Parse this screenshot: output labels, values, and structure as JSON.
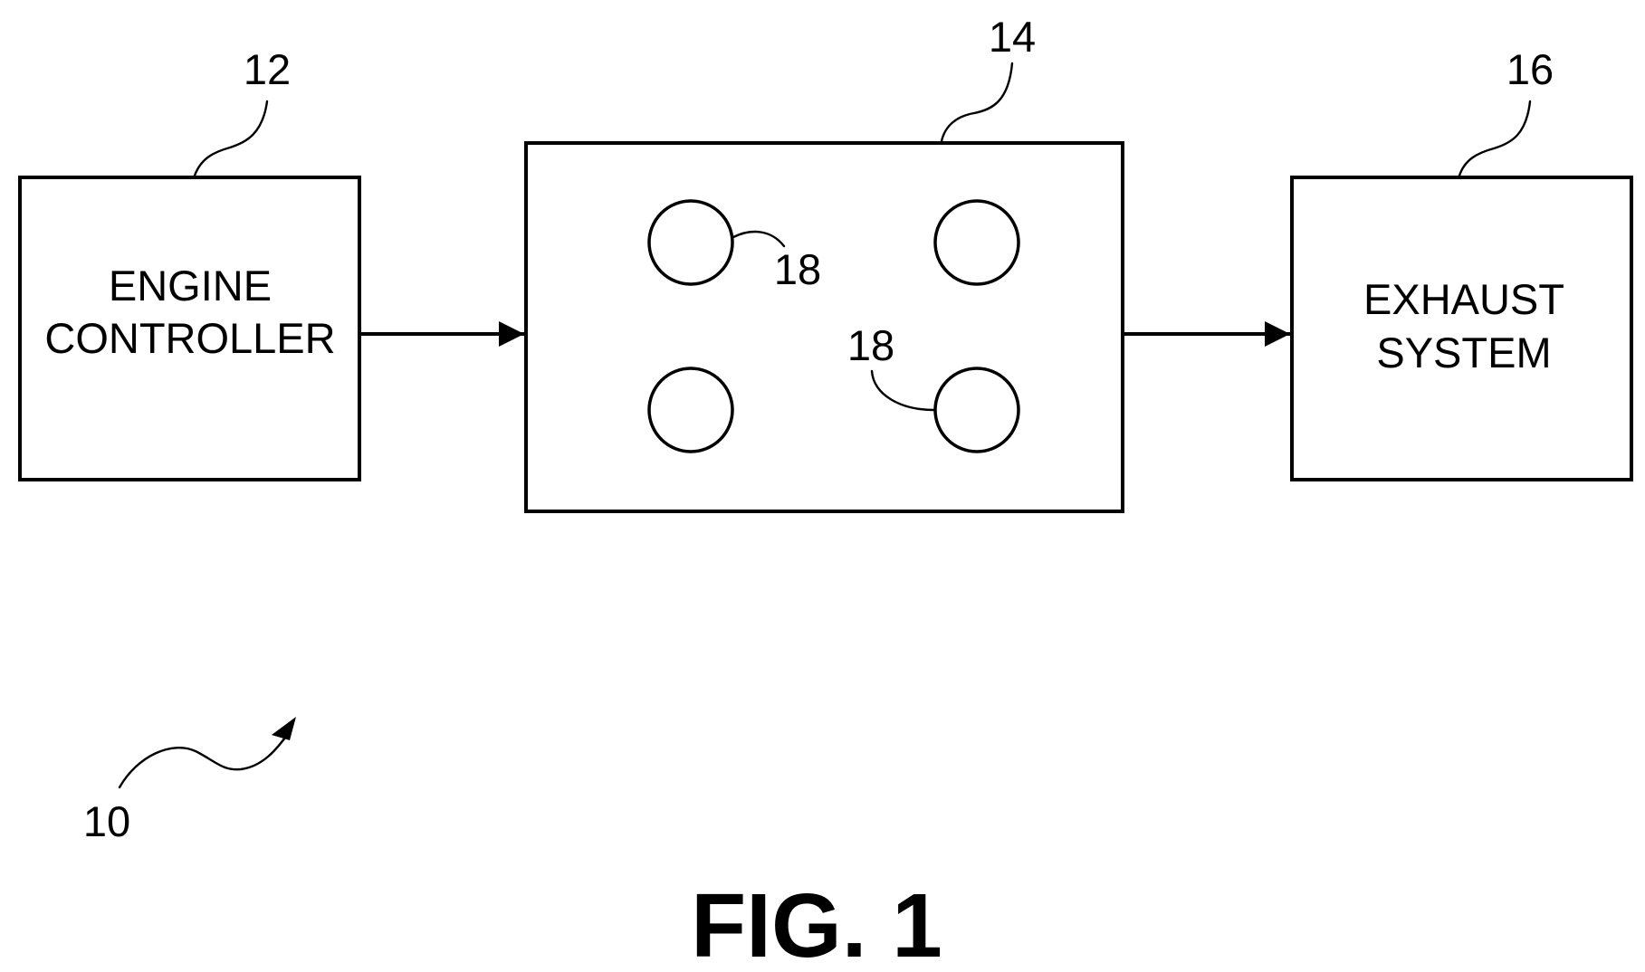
{
  "diagram": {
    "figure_label": "FIG. 1",
    "system_ref": "10",
    "blocks": [
      {
        "id": "engine-controller",
        "ref": "12",
        "label_lines": [
          "ENGINE",
          "CONTROLLER"
        ]
      },
      {
        "id": "engine",
        "ref": "14",
        "label_lines": []
      },
      {
        "id": "exhaust-system",
        "ref": "16",
        "label_lines": [
          "EXHAUST",
          "SYSTEM"
        ]
      }
    ],
    "cylinder_ref": "18",
    "cylinder_count": 4,
    "connections": [
      {
        "from": "engine-controller",
        "to": "engine"
      },
      {
        "from": "engine",
        "to": "exhaust-system"
      }
    ]
  }
}
